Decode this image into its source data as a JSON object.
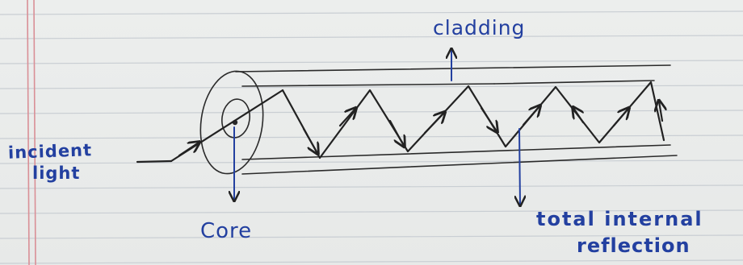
{
  "labels": {
    "incident": "incident",
    "light": "light",
    "core": "Core",
    "cladding": "cladding",
    "tir_line1": "total internal",
    "tir_line2": "reflection"
  },
  "colors": {
    "paper": "#e9ebea",
    "ruled_line": "#c9ced3",
    "margin_line": "#d98f96",
    "ink_black": "#222222",
    "ink_blue": "#2340a0"
  }
}
